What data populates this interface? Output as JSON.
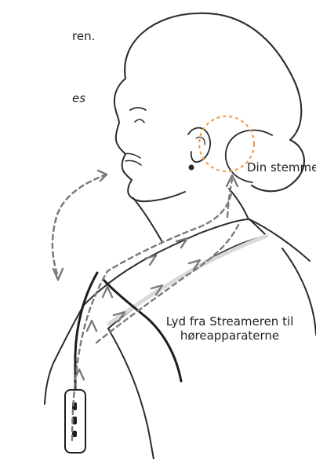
{
  "text": {
    "top_fragment": "ren.",
    "side_fragment": "es"
  },
  "labels": {
    "din_stemme": "Din stemme",
    "streamer_line_1": "Lyd fra Streameren til",
    "streamer_line_2": "høreapparaterne"
  },
  "colors": {
    "ink": "#2b2b2b",
    "arrow_gray": "#7a7a7a",
    "ear_orange": "#f09a4a",
    "background": "#ffffff"
  },
  "icons": {
    "speech_arrow": "dashed-arrow-icon",
    "sound_arrow": "dashed-arrow-icon",
    "ear_circle": "dashed-circle-icon"
  }
}
